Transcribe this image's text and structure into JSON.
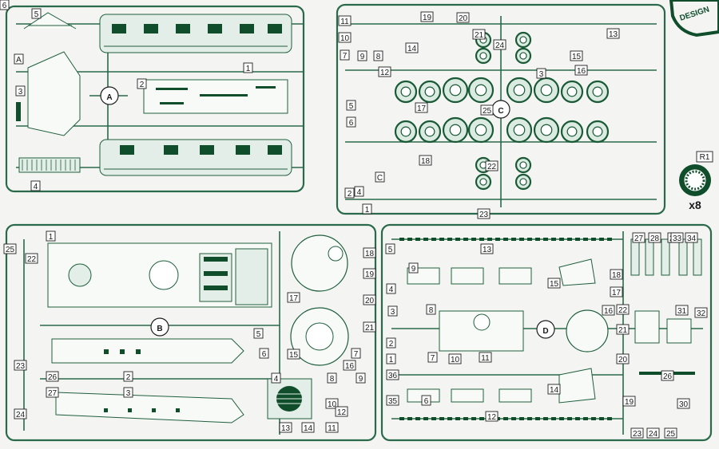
{
  "brand": {
    "text": "DESIGN",
    "color": "#0f4d2b"
  },
  "colors": {
    "sprue": "#2a6a4a",
    "part_dark": "#0f4d2b",
    "paper": "#f4f5f3"
  },
  "extra_part": {
    "code": "R1",
    "quantity": "x8"
  },
  "sprues": {
    "A": {
      "letter": "A",
      "labels": [
        "A",
        "1",
        "2",
        "3",
        "4",
        "5",
        "6"
      ]
    },
    "B": {
      "letter": "B",
      "labels": [
        "1",
        "2",
        "3",
        "4",
        "5",
        "6",
        "7",
        "8",
        "9",
        "10",
        "11",
        "12",
        "13",
        "14",
        "15",
        "16",
        "17",
        "18",
        "19",
        "20",
        "21",
        "22",
        "23",
        "24",
        "25",
        "26",
        "27"
      ]
    },
    "C": {
      "letter": "C",
      "labels": [
        "1",
        "2",
        "3",
        "4",
        "5",
        "6",
        "7",
        "8",
        "9",
        "10",
        "11",
        "12",
        "13",
        "14",
        "15",
        "16",
        "17",
        "18",
        "19",
        "20",
        "21",
        "22",
        "23",
        "24",
        "25",
        "C"
      ]
    },
    "D": {
      "letter": "D",
      "labels": [
        "1",
        "2",
        "3",
        "4",
        "5",
        "6",
        "7",
        "8",
        "9",
        "10",
        "11",
        "12",
        "13",
        "14",
        "15",
        "16",
        "17",
        "18",
        "19",
        "20",
        "21",
        "22",
        "23",
        "24",
        "25",
        "26",
        "27",
        "28",
        "29",
        "30",
        "31",
        "32",
        "33",
        "34",
        "35",
        "36"
      ]
    }
  }
}
